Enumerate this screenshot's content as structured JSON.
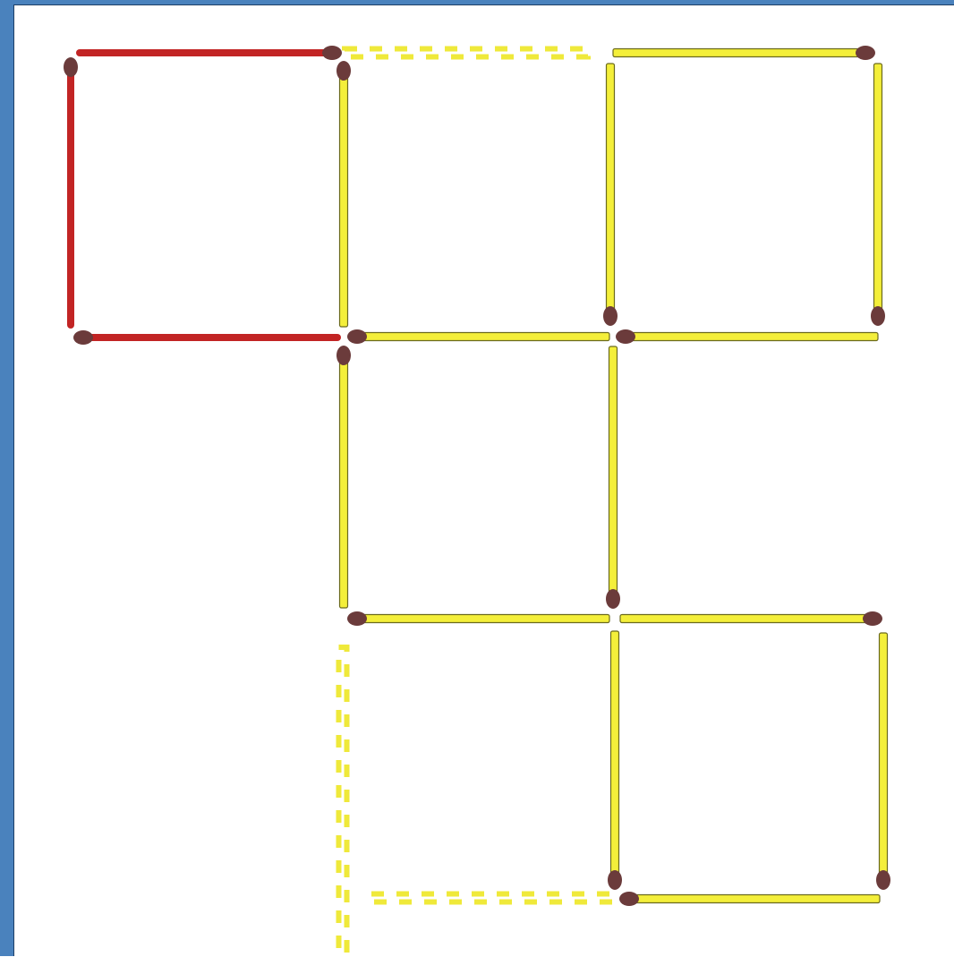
{
  "puzzle": {
    "colors": {
      "frame": "#4a82bd",
      "background": "#ffffff",
      "moved_match": "#c22424",
      "match_stick": "#f4ef3a",
      "match_outline": "#6b6a1e",
      "match_head": "#6b3b3b",
      "ghost_match": "#efe93a"
    },
    "matches": [
      {
        "name": "match-red-top",
        "kind": "moved"
      },
      {
        "name": "match-red-left",
        "kind": "moved"
      },
      {
        "name": "match-red-bottom",
        "kind": "moved"
      },
      {
        "name": "match-top-middle-ghost",
        "kind": "ghost"
      },
      {
        "name": "match-top-right",
        "kind": "solid"
      },
      {
        "name": "match-vertical-1",
        "kind": "solid"
      },
      {
        "name": "match-vertical-2",
        "kind": "solid"
      },
      {
        "name": "match-vertical-3",
        "kind": "solid"
      },
      {
        "name": "match-row2-h1",
        "kind": "solid"
      },
      {
        "name": "match-row2-h2",
        "kind": "solid"
      },
      {
        "name": "match-vertical-4",
        "kind": "solid"
      },
      {
        "name": "match-vertical-5",
        "kind": "solid"
      },
      {
        "name": "match-row3-h1",
        "kind": "solid"
      },
      {
        "name": "match-row3-h2",
        "kind": "solid"
      },
      {
        "name": "match-vertical-6-ghost",
        "kind": "ghost"
      },
      {
        "name": "match-vertical-7",
        "kind": "solid"
      },
      {
        "name": "match-vertical-8",
        "kind": "solid"
      },
      {
        "name": "match-bottom-ghost",
        "kind": "ghost"
      },
      {
        "name": "match-bottom-right",
        "kind": "solid"
      }
    ]
  }
}
